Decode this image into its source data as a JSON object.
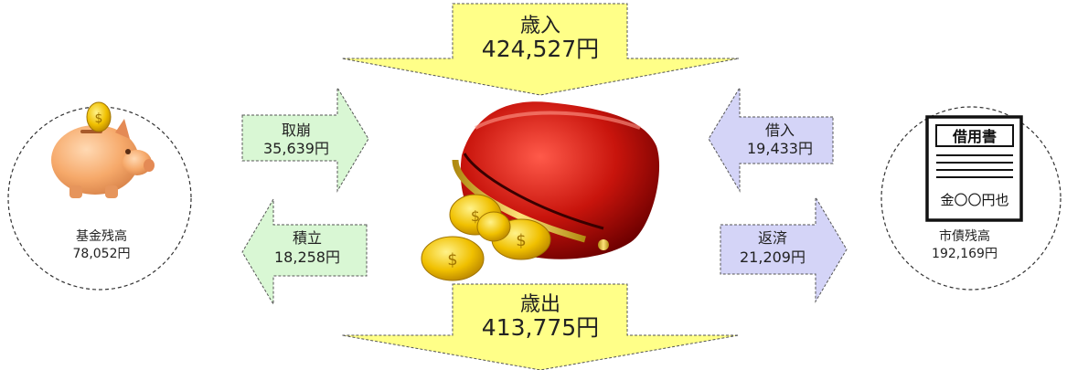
{
  "revenue": {
    "label": "歳入",
    "amount": "424,527円"
  },
  "expenditure": {
    "label": "歳出",
    "amount": "413,775円"
  },
  "fund": {
    "label": "基金残高",
    "amount": "78,052円"
  },
  "withdrawal": {
    "label": "取崩",
    "amount": "35,639円"
  },
  "reserve": {
    "label": "積立",
    "amount": "18,258円"
  },
  "borrowing": {
    "label": "借入",
    "amount": "19,433円"
  },
  "repayment": {
    "label": "返済",
    "amount": "21,209円"
  },
  "debt": {
    "label": "市債残高",
    "amount": "192,169円"
  },
  "bond_document": {
    "title": "借用書",
    "body": "金〇〇円也"
  },
  "colors": {
    "yellow_arrow": "#ffff88",
    "green_arrow": "#d9f7d4",
    "purple_arrow": "#d4d4f7",
    "wallet": "#b30000",
    "coin": "#e8b800",
    "pig": "#f5b07a"
  }
}
